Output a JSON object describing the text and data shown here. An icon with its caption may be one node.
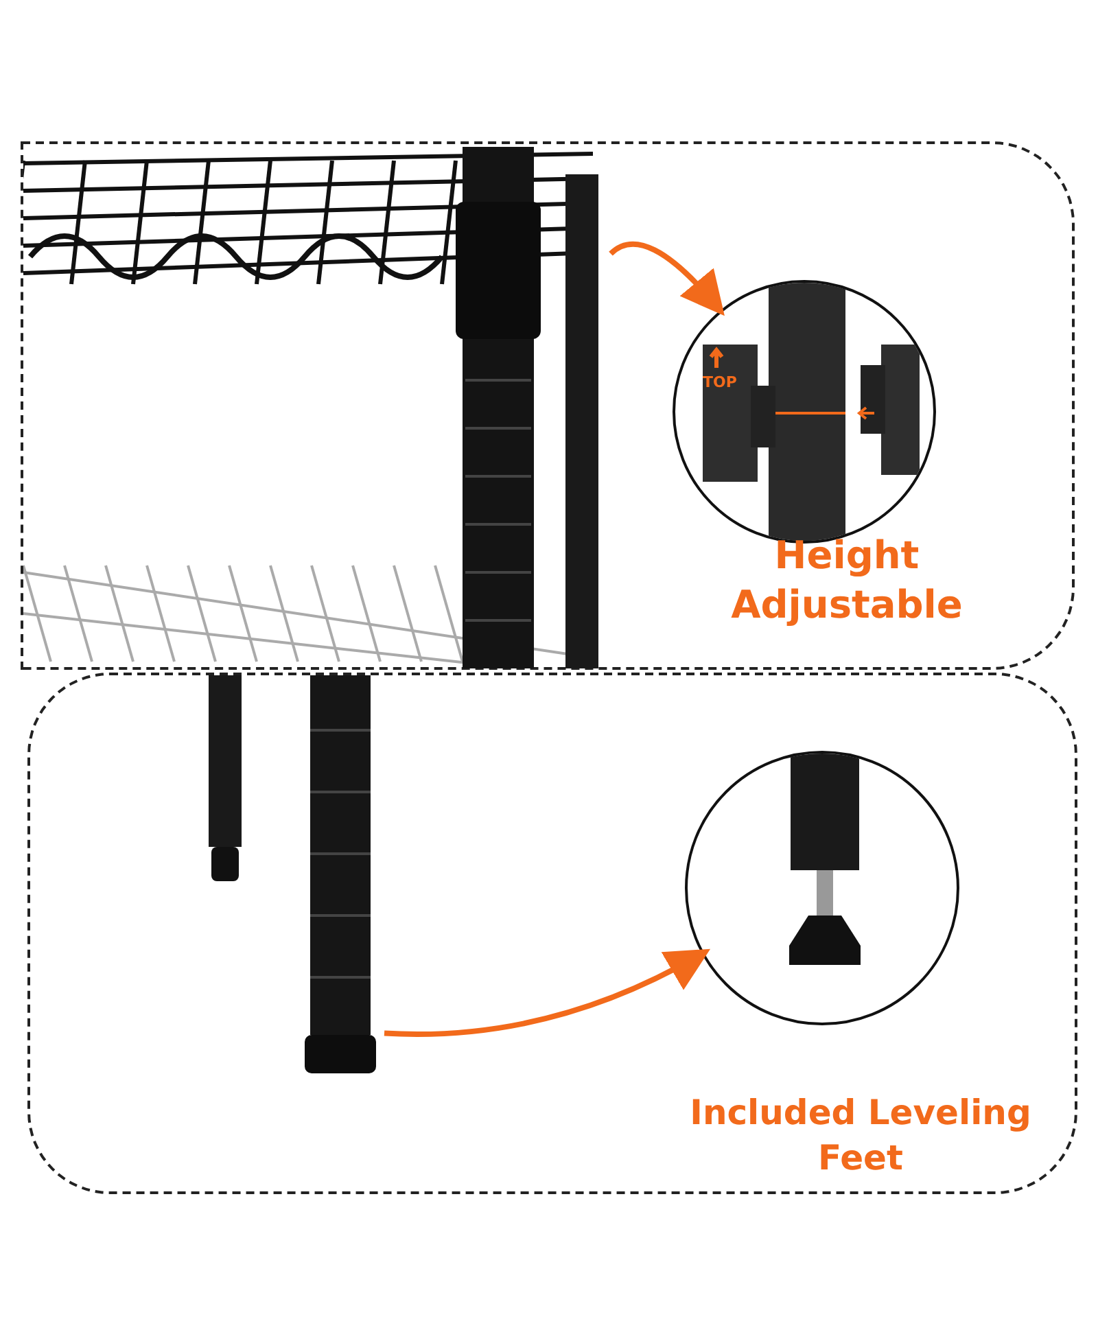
{
  "diagram": {
    "nodes": [
      {
        "text": [
          "Height Adjustable"
        ]
      },
      {
        "text": [],
        "shape": "picture",
        "in": 0
      },
      {
        "text": [],
        "shape": "circle",
        "in": 0
      },
      {
        "text": [
          "Included Leveling Feet"
        ]
      },
      {
        "text": [],
        "shape": "picture",
        "in": 3
      },
      {
        "text": [],
        "shape": "circle",
        "in": 3
      }
    ],
    "edges": [
      {
        "from": 1,
        "to": 2,
        "arrow": "to",
        "color": "#f26a1b"
      },
      {
        "from": 4,
        "to": 5,
        "arrow": "to",
        "color": "#f26a1b"
      }
    ],
    "labels": [
      "TOP"
    ]
  }
}
